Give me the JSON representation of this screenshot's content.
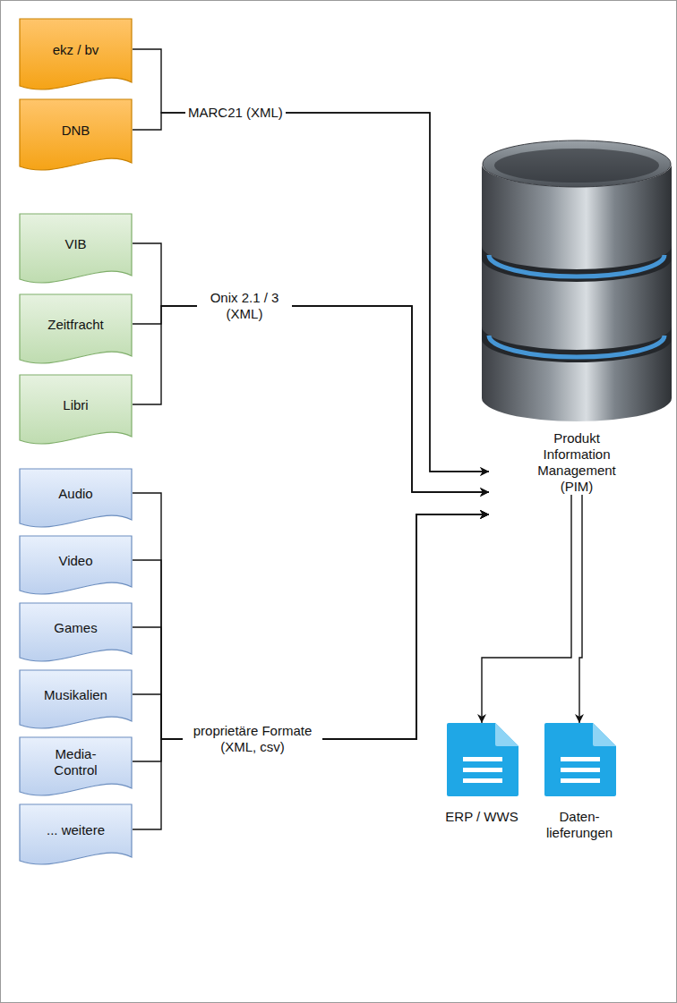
{
  "diagram": {
    "nodes": [
      {
        "text": [
          "ekz / bv"
        ]
      },
      {
        "text": [
          "DNB"
        ]
      },
      {
        "text": [
          "VIB"
        ]
      },
      {
        "text": [
          "Zeitfracht"
        ]
      },
      {
        "text": [
          "Libri"
        ]
      },
      {
        "text": [
          "Audio"
        ]
      },
      {
        "text": [
          "Video"
        ]
      },
      {
        "text": [
          "Games"
        ]
      },
      {
        "text": [
          "Musikalien"
        ]
      },
      {
        "text": [
          "Media- Control"
        ]
      },
      {
        "text": [
          "... weitere"
        ]
      },
      {
        "text": [
          "Produkt Information Management (PIM)"
        ]
      },
      {
        "text": [
          "ERP / WWS"
        ]
      },
      {
        "text": [
          "Daten- lieferungen"
        ]
      }
    ],
    "edges": [
      {
        "from": 0,
        "to": 11,
        "arrow": "to"
      },
      {
        "from": 1,
        "to": 11,
        "arrow": "to"
      },
      {
        "from": 2,
        "to": 11,
        "arrow": "to"
      },
      {
        "from": 3,
        "to": 11,
        "arrow": "to"
      },
      {
        "from": 4,
        "to": 11,
        "arrow": "to"
      },
      {
        "from": 5,
        "to": 11,
        "arrow": "to"
      },
      {
        "from": 6,
        "to": 11,
        "arrow": "to"
      },
      {
        "from": 7,
        "to": 11,
        "arrow": "to"
      },
      {
        "from": 8,
        "to": 11,
        "arrow": "to"
      },
      {
        "from": 9,
        "to": 11,
        "arrow": "to"
      },
      {
        "from": 10,
        "to": 11,
        "arrow": "to"
      },
      {
        "from": 11,
        "to": 12,
        "arrow": "to"
      },
      {
        "from": 11,
        "to": 13,
        "arrow": "to"
      }
    ],
    "labels": [
      "MARC21 (XML)",
      "Onix 2.1 / 3 (XML)",
      "proprietäre Formate (XML, csv)"
    ]
  }
}
